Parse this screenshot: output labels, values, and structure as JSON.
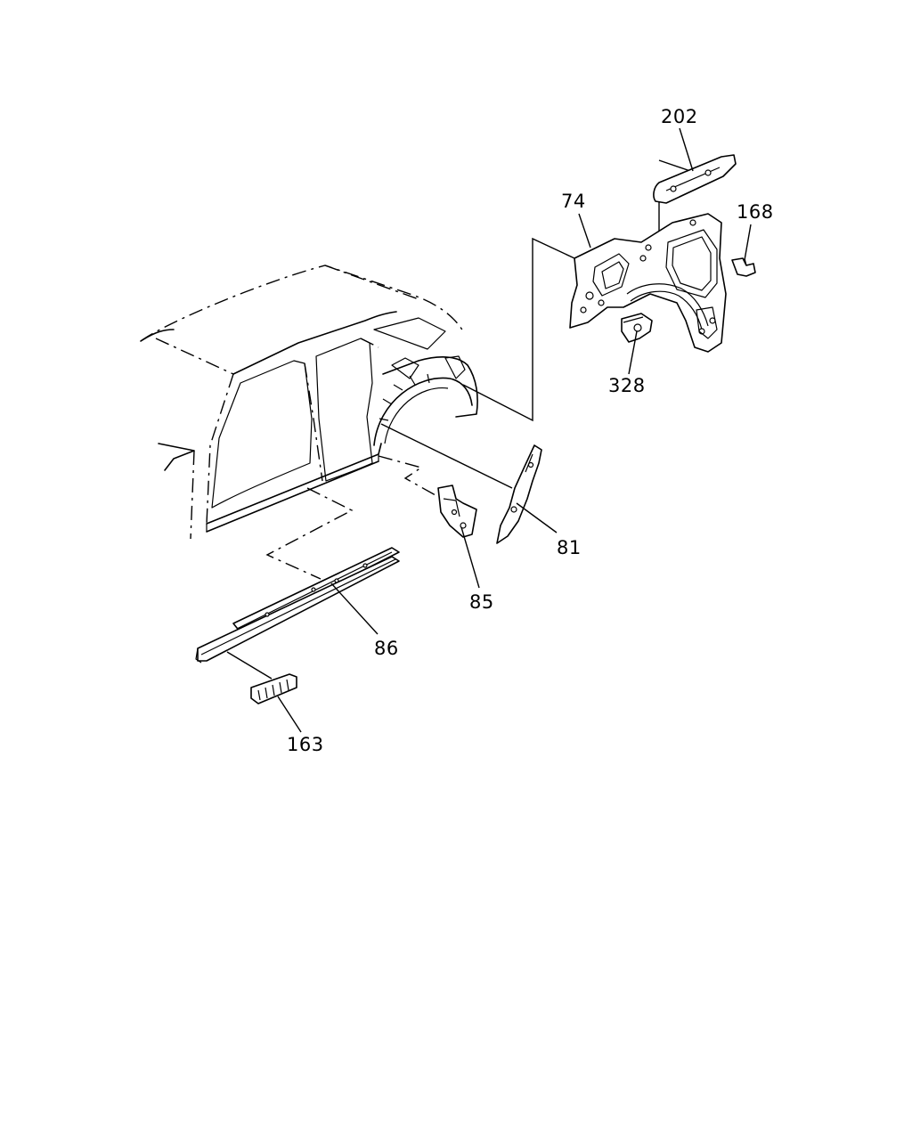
{
  "diagram": {
    "callouts": [
      {
        "id": "202",
        "label": "202"
      },
      {
        "id": "74",
        "label": "74"
      },
      {
        "id": "168",
        "label": "168"
      },
      {
        "id": "328",
        "label": "328"
      },
      {
        "id": "81",
        "label": "81"
      },
      {
        "id": "85",
        "label": "85"
      },
      {
        "id": "86",
        "label": "86"
      },
      {
        "id": "163",
        "label": "163"
      }
    ]
  }
}
